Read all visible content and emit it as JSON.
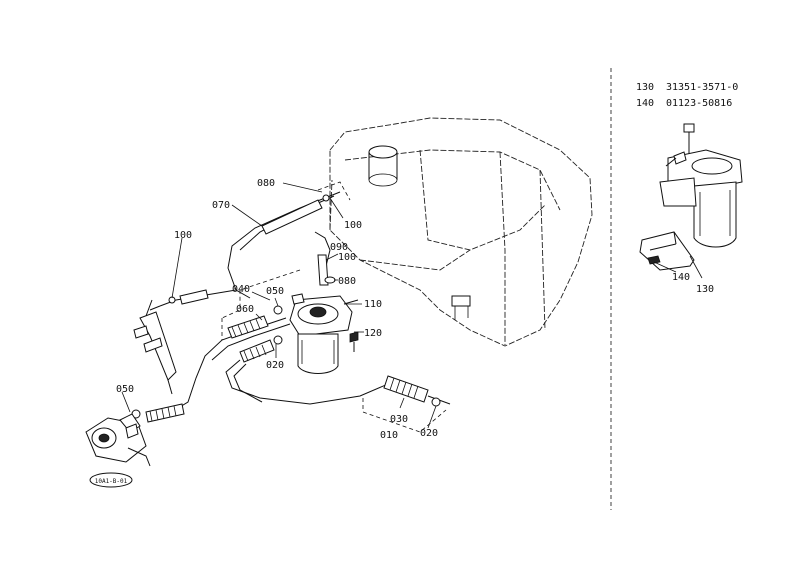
{
  "callouts": {
    "c010": "010",
    "c020a": "020",
    "c020b": "020",
    "c030": "030",
    "c040": "040",
    "c050a": "050",
    "c050b": "050",
    "c060": "060",
    "c070": "070",
    "c080a": "080",
    "c080b": "080",
    "c090": "090",
    "c100a": "100",
    "c100b": "100",
    "c100c": "100",
    "c110": "110",
    "c120": "120"
  },
  "inset": {
    "c130": "130",
    "c140": "140",
    "parts": [
      {
        "ref": "130",
        "part_no": "31351-3571-0"
      },
      {
        "ref": "140",
        "part_no": "01123-50816"
      }
    ]
  },
  "figure_code": "10A1-B-01"
}
